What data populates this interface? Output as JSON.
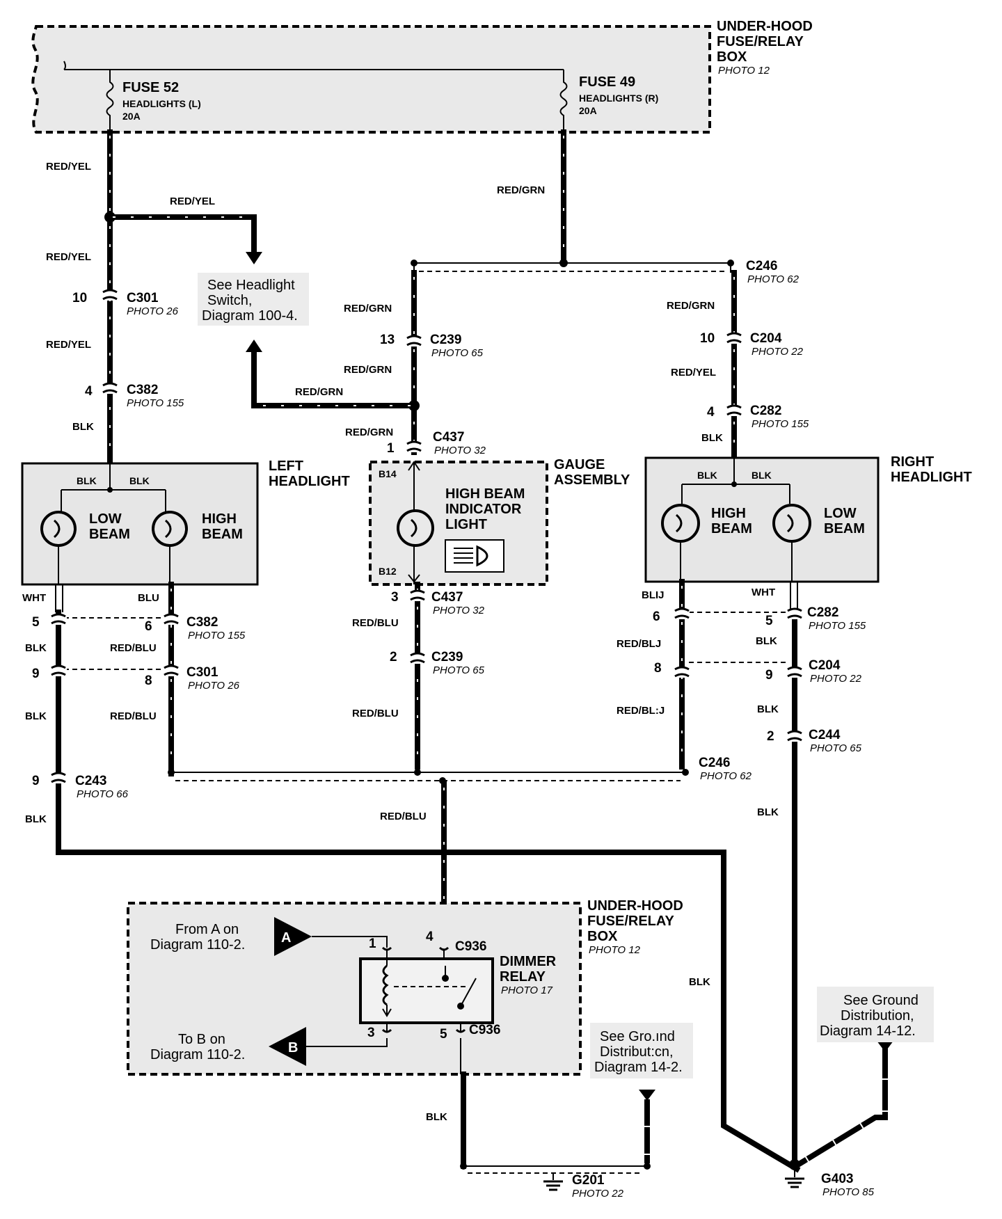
{
  "fusebox_top": {
    "title_lines": [
      "UNDER-HOOD",
      "FUSE/RELAY",
      "BOX"
    ],
    "photo": "PHOTO 12"
  },
  "fuse52": {
    "name": "FUSE 52",
    "desc": "HEADLIGHTS (L)",
    "rating": "20A"
  },
  "fuse49": {
    "name": "FUSE 49",
    "desc": "HEADLIGHTS (R)",
    "rating": "20A"
  },
  "wires": {
    "red_yel": "RED/YEL",
    "red_grn": "RED/GRN",
    "red_blu": "RED/BLU",
    "red_blu_cut": "RED/BLJ",
    "red_blu_cut2": "RED/BL:J",
    "blk": "BLK",
    "blu": "BLU",
    "blu_cut": "BLIJ",
    "wht": "WHT"
  },
  "notes": {
    "headlight_switch": [
      "See Headlight",
      "Switch,",
      "Diagram 100-4."
    ],
    "ground_14_2": [
      "See Gro.ınd",
      "Distribut:cn,",
      "Diagram 14-2."
    ],
    "ground_14_12": [
      "See Ground",
      "Distribution,",
      "Diagram 14-12."
    ],
    "from_a": [
      "From A on",
      "Diagram 110-2."
    ],
    "to_b": [
      "To B on",
      "Diagram 110-2."
    ]
  },
  "connectors": {
    "c301": "C301",
    "c382": "C382",
    "c239": "C239",
    "c437": "C437",
    "c246": "C246",
    "c204": "C204",
    "c282": "C282",
    "c243": "C243",
    "c244": "C244",
    "c936": "C936"
  },
  "photos": {
    "p26": "PHOTO 26",
    "p155": "PHOTO 155",
    "p65": "PHOTO 65",
    "p32": "PHOTO 32",
    "p62": "PHOTO 62",
    "p22": "PHOTO 22",
    "p66": "PHOTO 66",
    "p12": "PHOTO 12",
    "p17": "PHOTO 17",
    "p85": "PHOTO 85"
  },
  "pins": {
    "p10": "10",
    "p4": "4",
    "p13": "13",
    "p1": "1",
    "p3": "3",
    "p2": "2",
    "p5": "5",
    "p6": "6",
    "p9": "9",
    "p8": "8",
    "b14": "B14",
    "b12": "B12",
    "a": "A",
    "b": "B"
  },
  "components": {
    "left_headlight": [
      "LEFT",
      "HEADLIGHT"
    ],
    "right_headlight": [
      "RIGHT",
      "HEADLIGHT"
    ],
    "gauge_assembly": [
      "GAUGE",
      "ASSEMBLY"
    ],
    "low_beam": [
      "LOW",
      "BEAM"
    ],
    "high_beam": [
      "HIGH",
      "BEAM"
    ],
    "indicator": [
      "HIGH BEAM",
      "INDICATOR",
      "LIGHT"
    ],
    "fusebox_bottom": [
      "UNDER-HOOD",
      "FUSE/RELAY",
      "BOX"
    ],
    "dimmer_relay": [
      "DIMMER",
      "RELAY"
    ]
  },
  "grounds": {
    "g201": "G201",
    "g403": "G403"
  }
}
